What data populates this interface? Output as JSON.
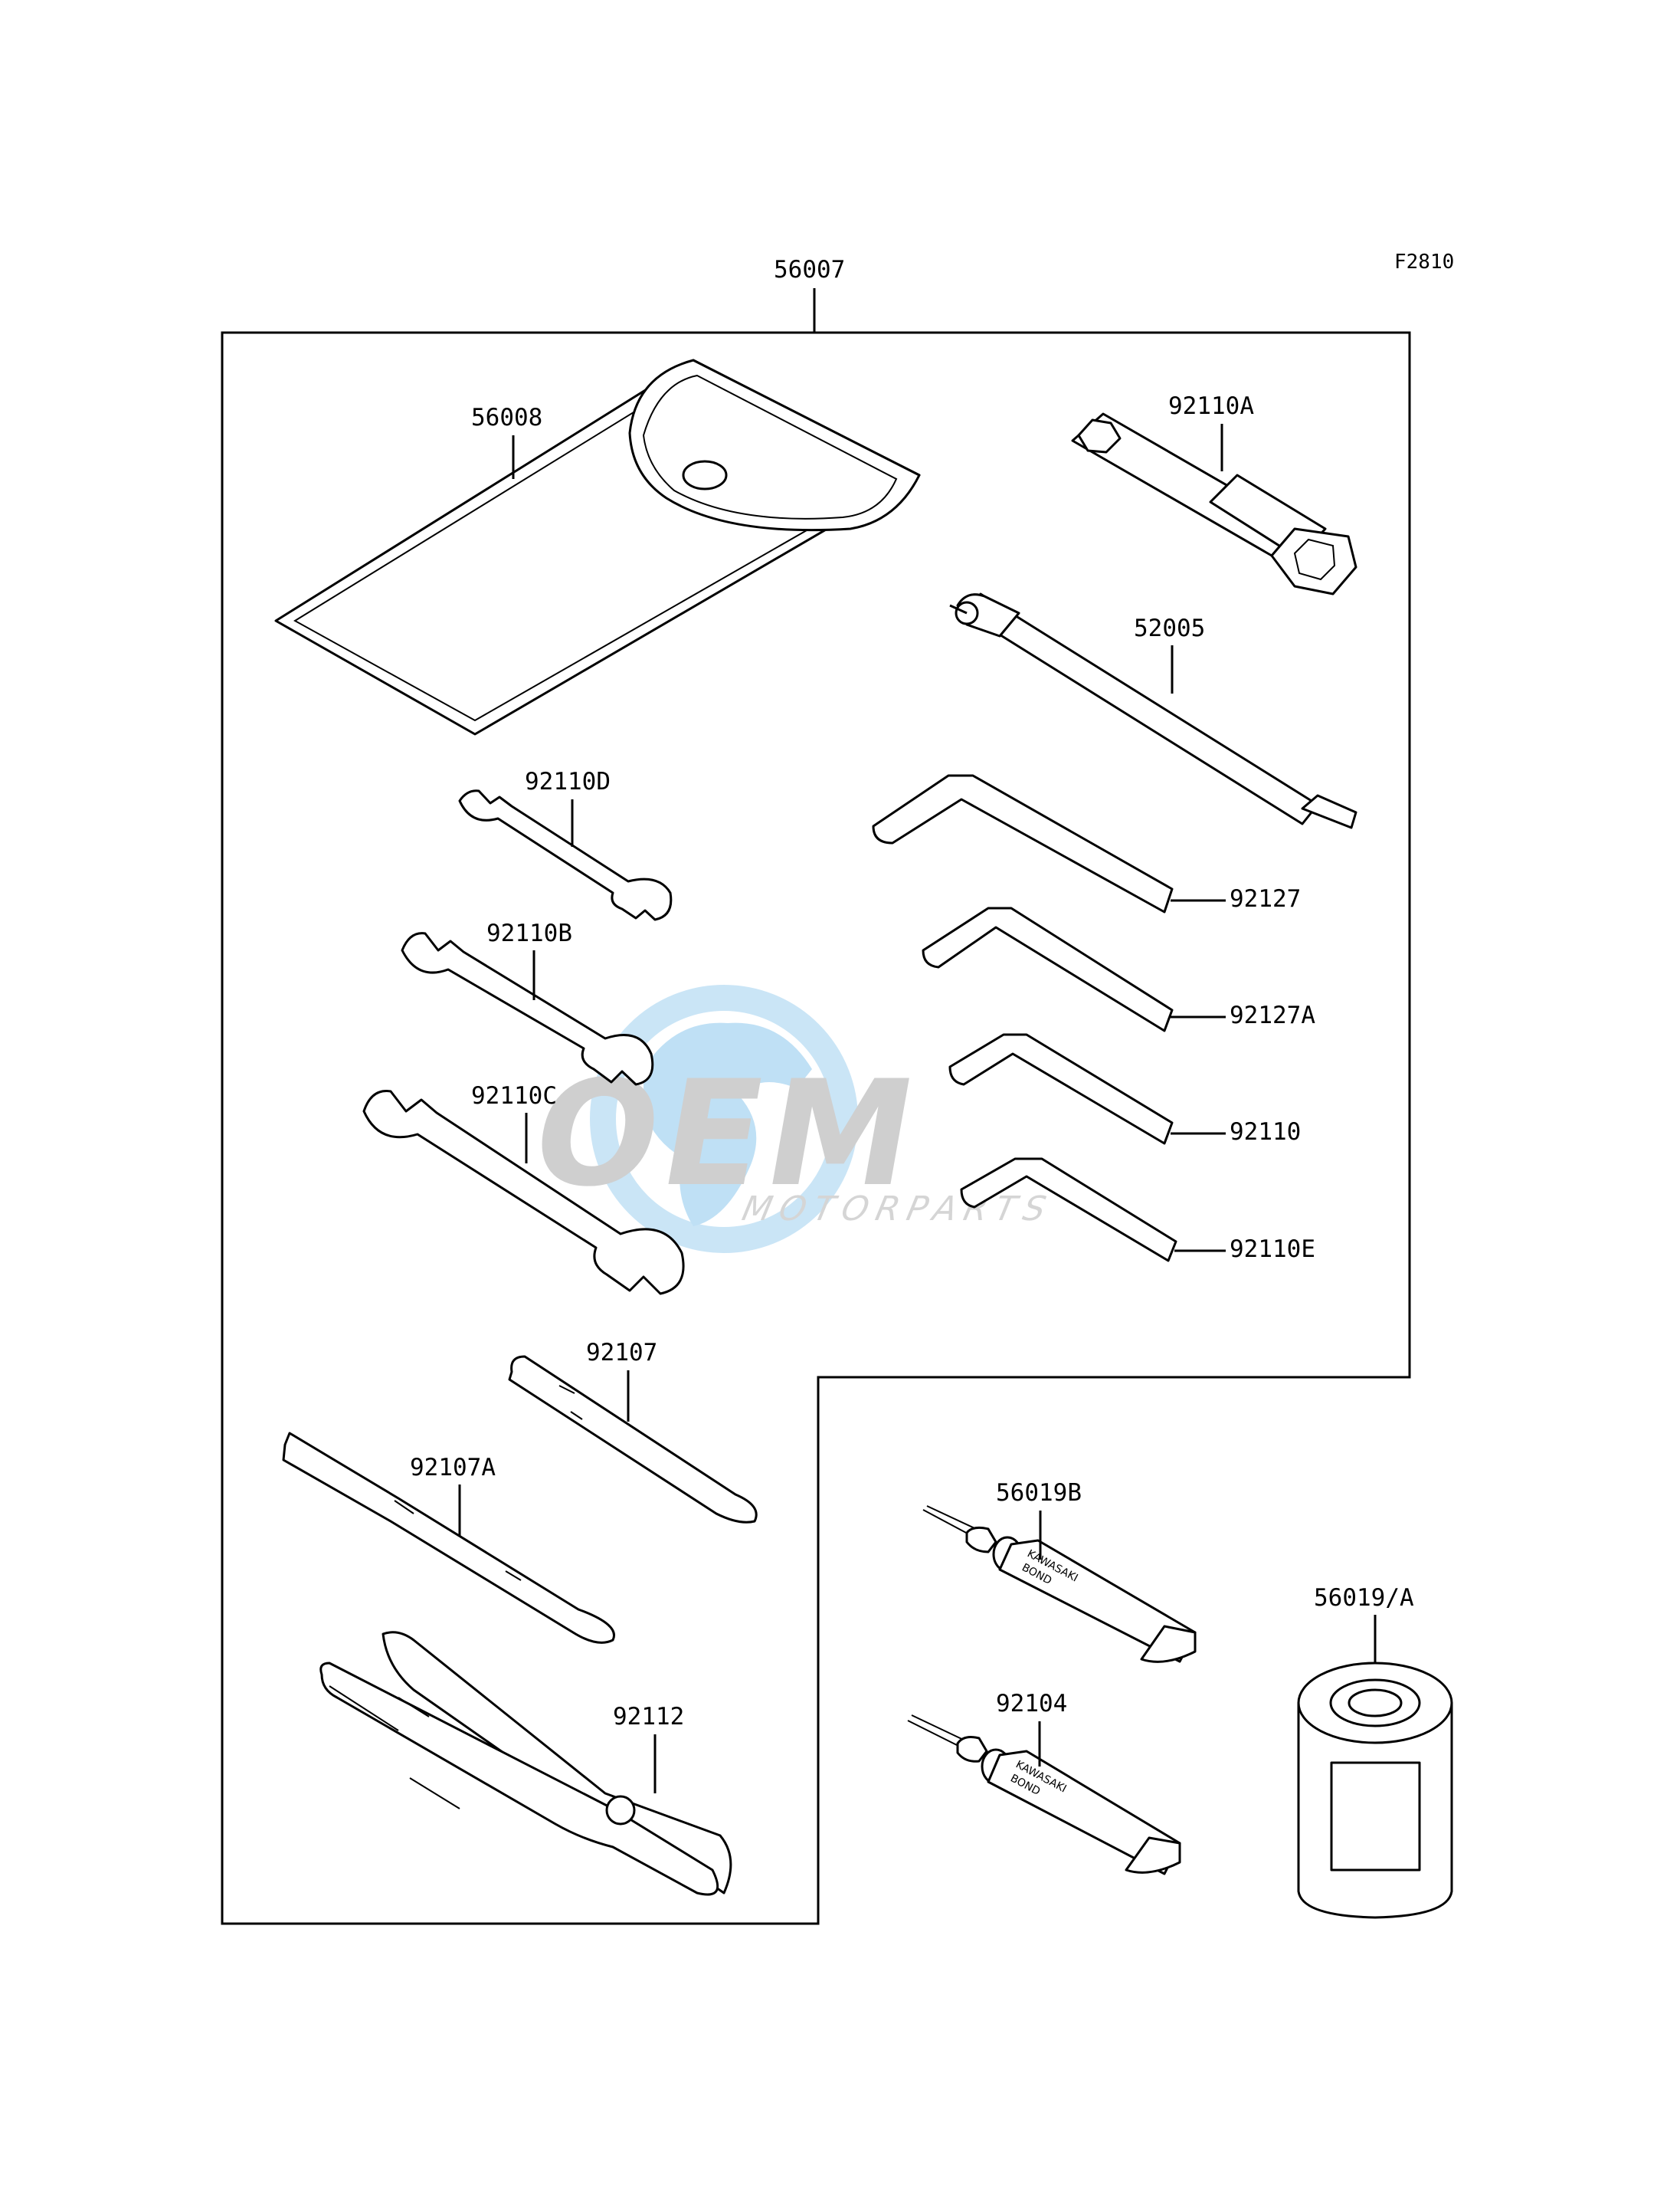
{
  "figure_code": "F2810",
  "kit_part_number": "56007",
  "parts": {
    "p56008": "56008",
    "p92110A": "92110A",
    "p52005": "52005",
    "p92110D": "92110D",
    "p92110B": "92110B",
    "p92110C": "92110C",
    "p92127": "92127",
    "p92127A": "92127A",
    "p92110": "92110",
    "p92110E": "92110E",
    "p92107": "92107",
    "p92107A": "92107A",
    "p92112": "92112",
    "p56019B": "56019B",
    "p92104": "92104",
    "p56019A": "56019/A"
  },
  "tube_labels": {
    "brand": "KAWASAKI",
    "product": "BOND"
  },
  "watermark": {
    "logo": "OEM",
    "tagline": "MOTORPARTS",
    "globe_icon": "globe-icon"
  }
}
